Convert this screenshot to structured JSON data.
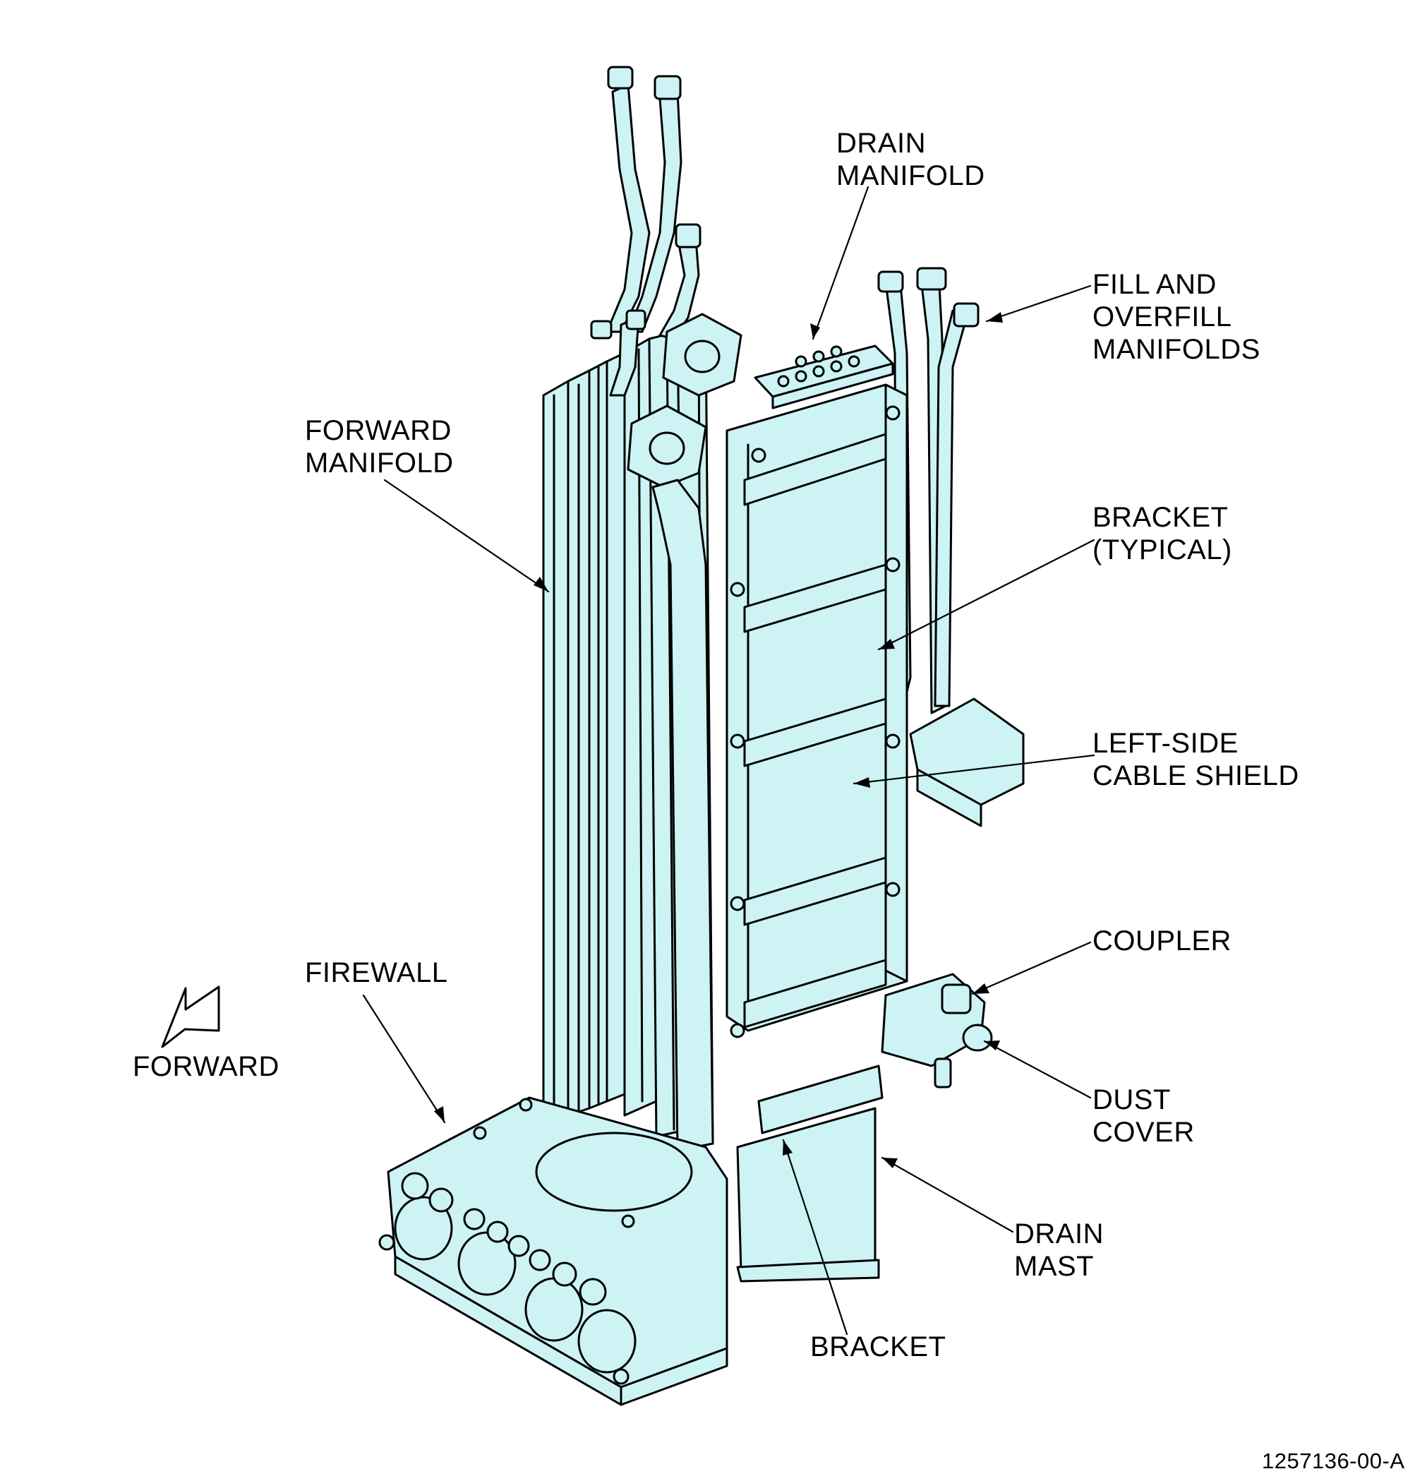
{
  "colors": {
    "fill": "#cdf3f4",
    "line": "#000000",
    "background": "#ffffff"
  },
  "labels": {
    "drain_manifold": [
      "DRAIN",
      "MANIFOLD"
    ],
    "fill_overfill": [
      "FILL AND",
      "OVERFILL",
      "MANIFOLDS"
    ],
    "forward_manifold": [
      "FORWARD",
      "MANIFOLD"
    ],
    "bracket_typical": [
      "BRACKET",
      "(TYPICAL)"
    ],
    "left_side_cable_shield": [
      "LEFT-SIDE",
      "CABLE SHIELD"
    ],
    "coupler": [
      "COUPLER"
    ],
    "firewall": [
      "FIREWALL"
    ],
    "forward_arrow": [
      "FORWARD"
    ],
    "dust_cover": [
      "DUST",
      "COVER"
    ],
    "drain_mast": [
      "DRAIN",
      "MAST"
    ],
    "bracket": [
      "BRACKET"
    ]
  },
  "document_number": "1257136-00-A"
}
